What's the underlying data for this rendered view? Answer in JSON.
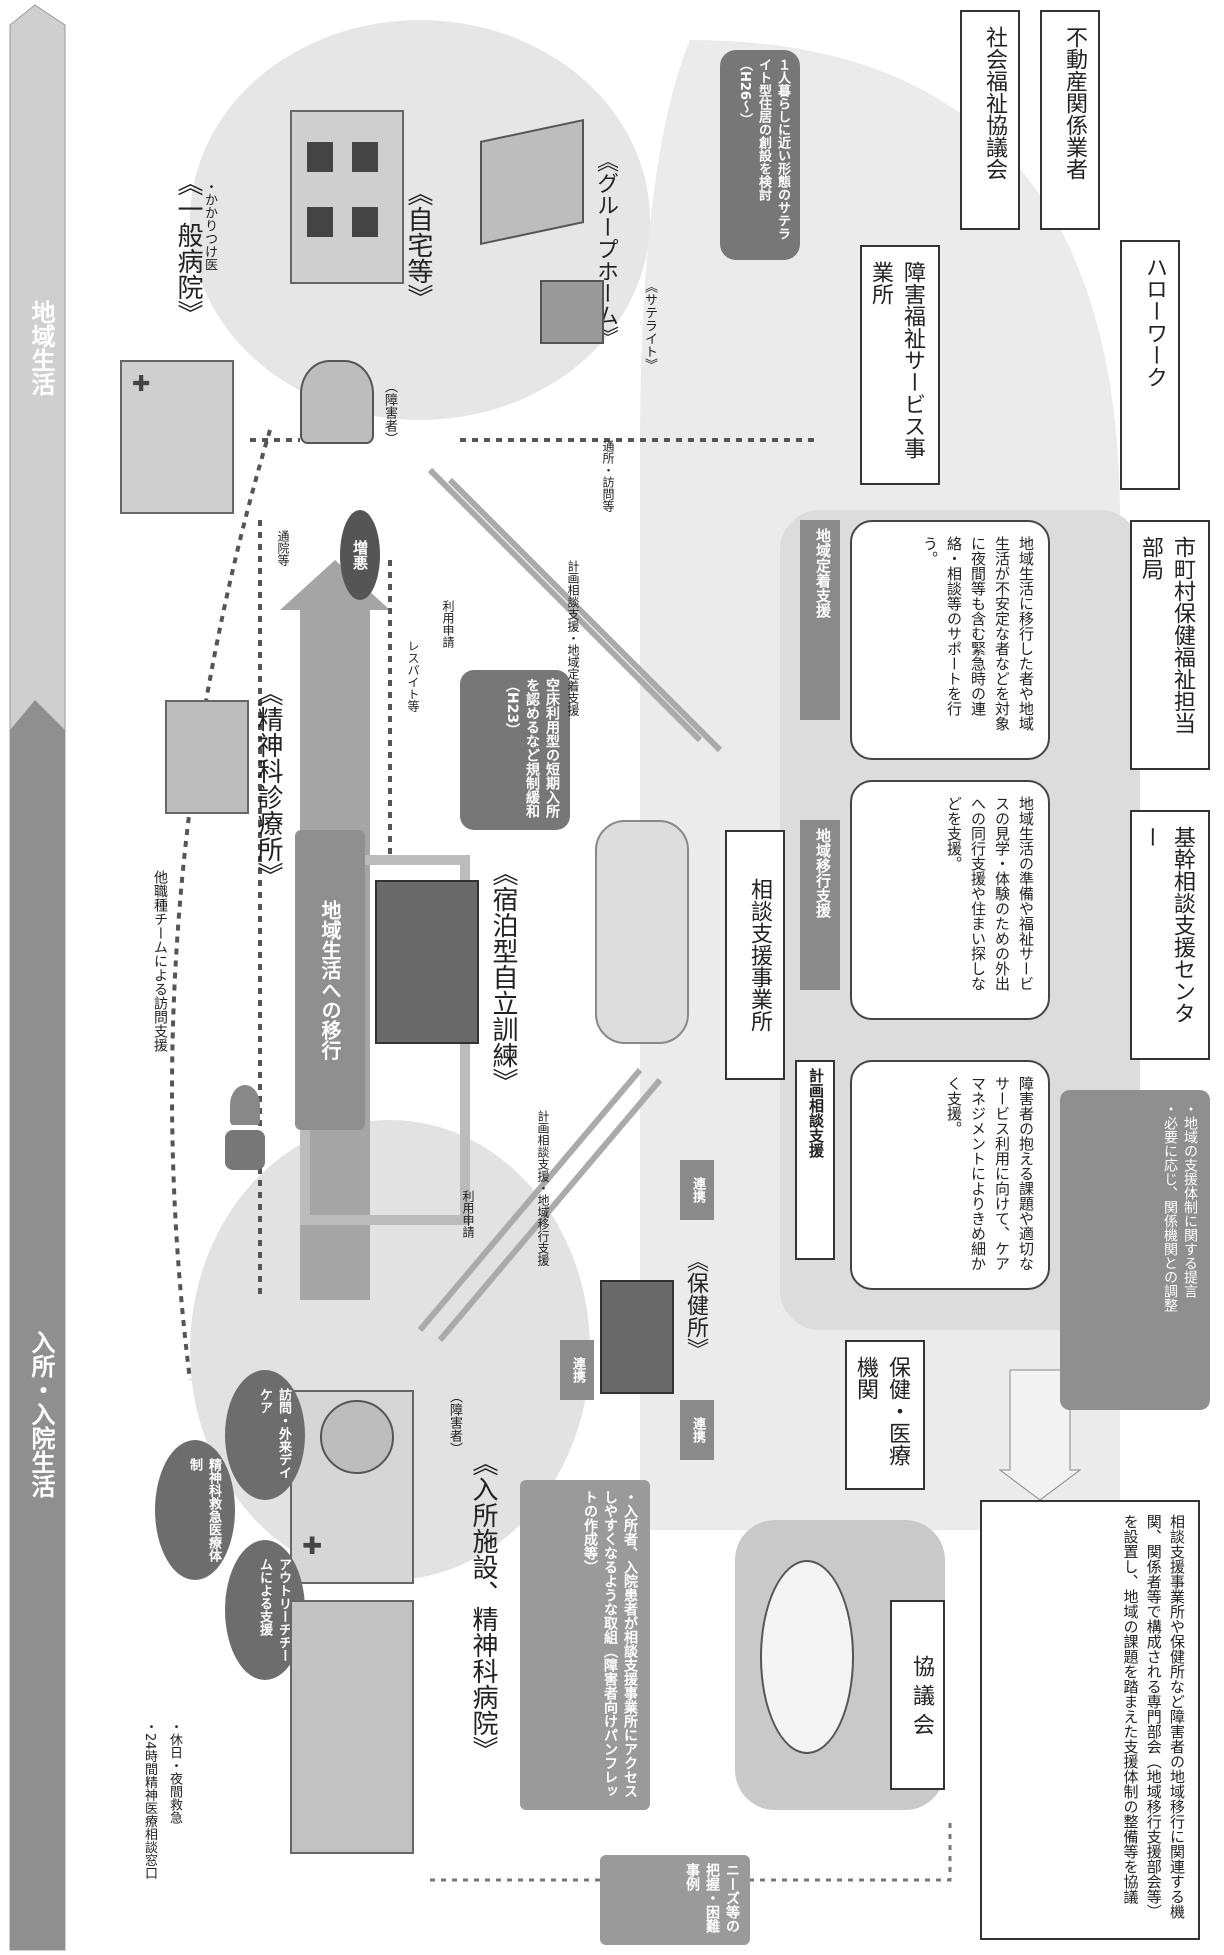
{
  "bands": {
    "top_arrow_label": "地域生活",
    "bottom_arrow_label": "入所・入院生活"
  },
  "home": {
    "title": "《自宅等》",
    "group_home": "《グループホーム》",
    "satellite": "《サテライト》",
    "person": "（障害者）",
    "callout": "１人暮らしに近い形態のサテライト型住居の創設を検討（H26〜）",
    "commute_label": "通所・訪問等"
  },
  "general_hospital": {
    "title": "《一般病院》",
    "sub": "・かかりつけ医"
  },
  "clinic": {
    "title": "《精神科診療所》",
    "commute": "通院等"
  },
  "worsen": "増悪",
  "respite": "レスパイト等",
  "transition": "地域生活への移行",
  "training": {
    "title": "《宿泊型自立訓練》",
    "callout": "空床利用型の短期入所を認めるなど規制緩和（H23）"
  },
  "outreach": "他職種チームによる訪問支援",
  "usage_apply": "利用申請",
  "plan_support_arrow": "計画相談支援・地域移行支援",
  "plan_support_arrow2": "計画相談支援・地域定着支援",
  "usage_apply2": "利用申請",
  "institution": {
    "title": "《入所施設、精神科病院》",
    "person": "（障害者）",
    "bubble1": "精神科救急医療体制",
    "bubble2": "訪問・外来デイケア",
    "bubble3": "アウトリーチチームによる支援",
    "left_note1": "・24時間精神医療相談窓口",
    "left_note2": "・休日・夜間救急",
    "note": "・入所者、入院患者が相談支援事業所にアクセスしやすくなるような取組（障害者向けパンフレットの作成等）"
  },
  "health_center": "《保健所》",
  "renkei": "連携",
  "office": {
    "title": "相談支援事業所",
    "plan": {
      "tab": "計画相談支援",
      "body": "障害者の抱える課題や適切なサービス利用に向けて、ケアマネジメントによりきめ細かく支援。"
    },
    "transition": {
      "tab": "地域移行支援",
      "body": "地域生活の準備や福祉サービスの見学・体験のための外出への同行支援や住まい探しなどを支援。"
    },
    "settle": {
      "tab": "地域定着支援",
      "body": "地域生活に移行した者や地域生活が不安定な者などを対象に夜間等も含む緊急時の連絡・相談等のサポートを行う。"
    }
  },
  "right_boxes": {
    "welfare_office": "障害福祉サービス事業所",
    "council": "社会福祉協議会",
    "realtor": "不動産関係業者",
    "hellowork": "ハローワーク",
    "municipal": "市町村保健福祉担当部局",
    "core_center": "基幹相談支援センター",
    "medical": "保健・医療機関"
  },
  "kyogikai": {
    "title": "協 議 会",
    "body": "相談支援事業所や保健所など障害者の地域移行に関連する機関、関係者等で構成される専門部会（地域移行支援部会等）を設置し、地域の課題を踏まえた支援体制の整備等を協議",
    "arrow_note": "・地域の支援体制に関する提言\n・必要に応じ、関係機関との調整"
  },
  "needs": "ニーズ等の把握・困難事例",
  "colors": {
    "band_dark": "#8c8c8c",
    "band_light": "#c8c8c8",
    "gray_fill": "#9a9a9a",
    "bubble_dark": "#6d6d6d"
  }
}
